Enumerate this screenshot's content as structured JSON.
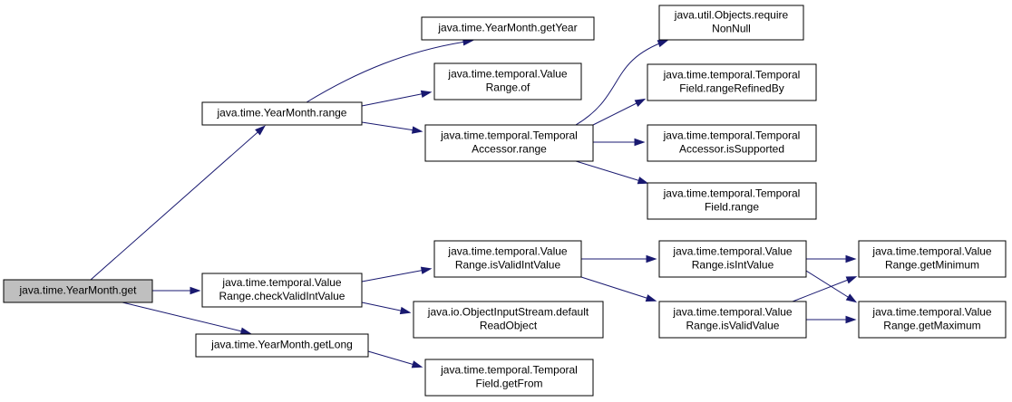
{
  "colors": {
    "edge": "#191970",
    "node_fill": "#ffffff",
    "root_fill": "#bfbfbf",
    "border": "#000000"
  },
  "nodes": [
    {
      "id": "root",
      "lines": [
        "java.time.YearMonth.get"
      ],
      "root": true
    },
    {
      "id": "ym_range",
      "lines": [
        "java.time.YearMonth.range"
      ]
    },
    {
      "id": "vr_check",
      "lines": [
        "java.time.temporal.Value",
        "Range.checkValidIntValue"
      ]
    },
    {
      "id": "ym_getlong",
      "lines": [
        "java.time.YearMonth.getLong"
      ]
    },
    {
      "id": "ym_getyear",
      "lines": [
        "java.time.YearMonth.getYear"
      ]
    },
    {
      "id": "vr_of",
      "lines": [
        "java.time.temporal.Value",
        "Range.of"
      ]
    },
    {
      "id": "ta_range",
      "lines": [
        "java.time.temporal.Temporal",
        "Accessor.range"
      ]
    },
    {
      "id": "vr_isvalidint",
      "lines": [
        "java.time.temporal.Value",
        "Range.isValidIntValue"
      ]
    },
    {
      "id": "ois_default",
      "lines": [
        "java.io.ObjectInputStream.default",
        "ReadObject"
      ]
    },
    {
      "id": "tf_getfrom",
      "lines": [
        "java.time.temporal.Temporal",
        "Field.getFrom"
      ]
    },
    {
      "id": "obj_nonnull",
      "lines": [
        "java.util.Objects.require",
        "NonNull"
      ]
    },
    {
      "id": "tf_refined",
      "lines": [
        "java.time.temporal.Temporal",
        "Field.rangeRefinedBy"
      ]
    },
    {
      "id": "ta_supported",
      "lines": [
        "java.time.temporal.Temporal",
        "Accessor.isSupported"
      ]
    },
    {
      "id": "tf_range",
      "lines": [
        "java.time.temporal.Temporal",
        "Field.range"
      ]
    },
    {
      "id": "vr_isint",
      "lines": [
        "java.time.temporal.Value",
        "Range.isIntValue"
      ]
    },
    {
      "id": "vr_isvalid",
      "lines": [
        "java.time.temporal.Value",
        "Range.isValidValue"
      ]
    },
    {
      "id": "vr_getmin",
      "lines": [
        "java.time.temporal.Value",
        "Range.getMinimum"
      ]
    },
    {
      "id": "vr_getmax",
      "lines": [
        "java.time.temporal.Value",
        "Range.getMaximum"
      ]
    }
  ],
  "edges": [
    {
      "from": "root",
      "to": "ym_range"
    },
    {
      "from": "root",
      "to": "vr_check"
    },
    {
      "from": "root",
      "to": "ym_getlong"
    },
    {
      "from": "ym_range",
      "to": "ym_getyear"
    },
    {
      "from": "ym_range",
      "to": "vr_of"
    },
    {
      "from": "ym_range",
      "to": "ta_range"
    },
    {
      "from": "ta_range",
      "to": "obj_nonnull"
    },
    {
      "from": "ta_range",
      "to": "tf_refined"
    },
    {
      "from": "ta_range",
      "to": "ta_supported"
    },
    {
      "from": "ta_range",
      "to": "tf_range"
    },
    {
      "from": "vr_check",
      "to": "vr_isvalidint"
    },
    {
      "from": "vr_check",
      "to": "ois_default"
    },
    {
      "from": "ym_getlong",
      "to": "tf_getfrom"
    },
    {
      "from": "vr_isvalidint",
      "to": "vr_isint"
    },
    {
      "from": "vr_isvalidint",
      "to": "vr_isvalid"
    },
    {
      "from": "vr_isint",
      "to": "vr_getmin"
    },
    {
      "from": "vr_isint",
      "to": "vr_getmax"
    },
    {
      "from": "vr_isvalid",
      "to": "vr_getmin"
    },
    {
      "from": "vr_isvalid",
      "to": "vr_getmax"
    }
  ]
}
